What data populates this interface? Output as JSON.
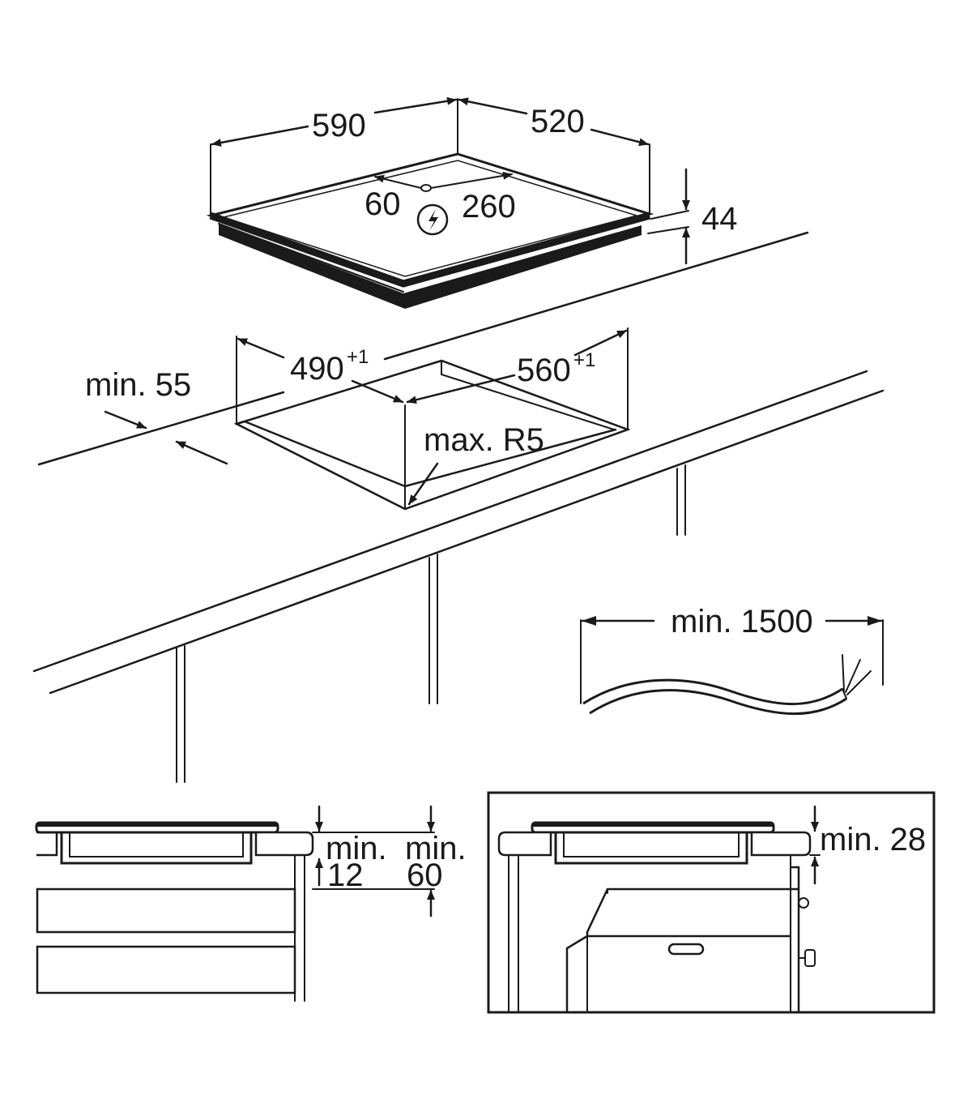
{
  "hob": {
    "width": "590",
    "depth": "520",
    "height": "44",
    "connection_offset": "60",
    "connection_distance": "260",
    "electric_symbol": "lightning-in-circle-icon"
  },
  "cutout": {
    "width": "490",
    "width_tolerance": "+1",
    "depth": "560",
    "depth_tolerance": "+1",
    "front_edge": "min. 55",
    "corner_radius": "max. R5"
  },
  "cable": {
    "length": "min. 1500"
  },
  "section_left": {
    "gap_label": "min.",
    "gap_value": "12",
    "clearance_label": "min.",
    "clearance_value": "60"
  },
  "section_right": {
    "clearance": "min. 28"
  }
}
